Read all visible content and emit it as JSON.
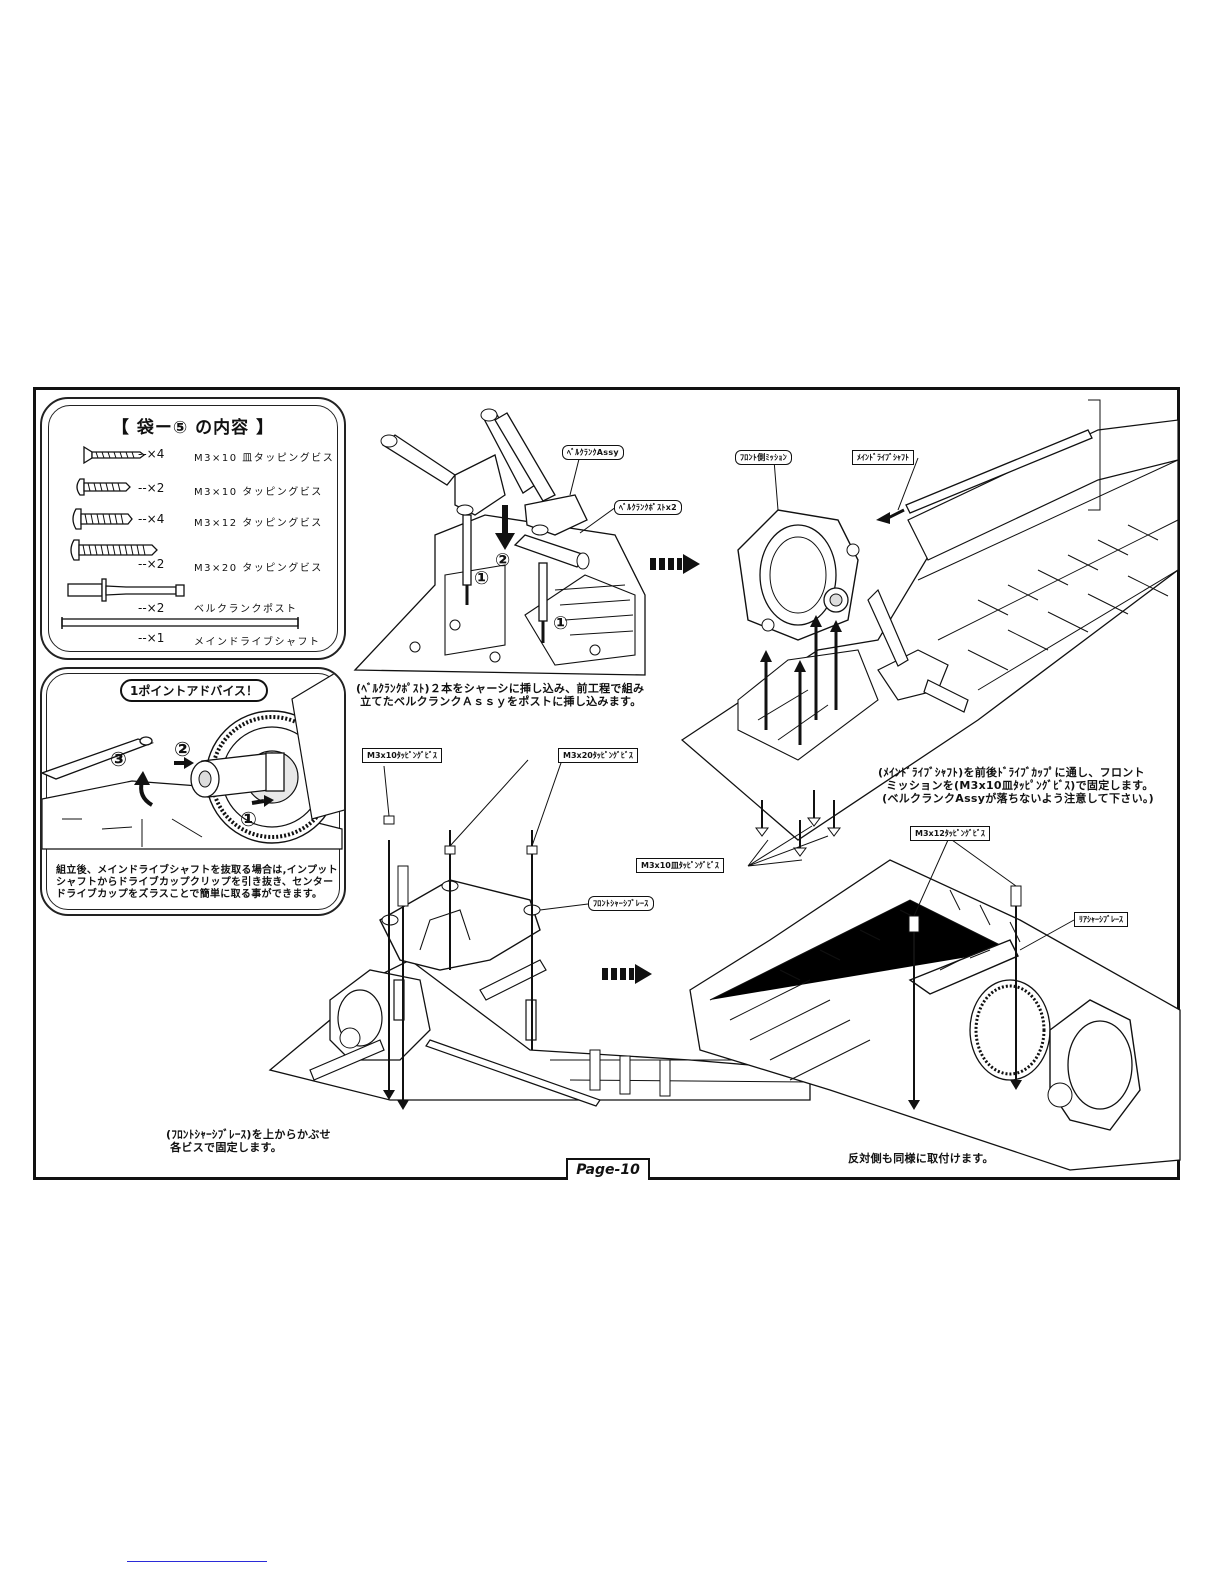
{
  "parts_box": {
    "title": "【 袋ー⑤ の内容 】",
    "items": [
      {
        "qty": "--×4",
        "name": "M3×10 皿タッピングビス",
        "icon": "flat-head-tapping-screw-icon"
      },
      {
        "qty": "--×2",
        "name": "M3×10 タッピングビス",
        "icon": "tapping-screw-icon"
      },
      {
        "qty": "--×4",
        "name": "M3×12 タッピングビス",
        "icon": "tapping-screw-icon"
      },
      {
        "qty": "--×2",
        "name": "M3×20 タッピングビス",
        "icon": "long-tapping-screw-icon"
      },
      {
        "qty": "--×2",
        "name": "ベルクランクポスト",
        "icon": "bellcrank-post-icon"
      },
      {
        "qty": "--×1",
        "name": "メインドライブシャフト",
        "icon": "drive-shaft-icon"
      }
    ]
  },
  "advice_box": {
    "title": "1ポイントアドバイス！",
    "step_marks": [
      "①",
      "②",
      "③"
    ],
    "text": "組立後、メインドライブシャフトを抜取る場合は,インプット\nシャフトからドライブカップクリップを引き抜き、センター\nドライブカップをズラスことで簡単に取る事ができます。"
  },
  "step1": {
    "label_bellcrank_assy": "ﾍﾞﾙｸﾗﾝｸAssy",
    "label_bellcrank_post": "ﾍﾞﾙｸﾗﾝｸﾎﾟｽﾄx2",
    "marks": [
      "①",
      "①",
      "②"
    ],
    "caption": "(ﾍﾞﾙｸﾗﾝｸﾎﾟｽﾄ)２本をシャーシに挿し込み、前工程で組み\n 立てたベルクランクＡｓｓｙをポストに挿し込みます。"
  },
  "step2": {
    "label_front_mission": "ﾌﾛﾝﾄ側ﾐｯｼｮﾝ",
    "label_main_drive_shaft": "ﾒｲﾝﾄﾞﾗｲﾌﾞｼｬﾌﾄ",
    "label_screws": "M3x10皿ﾀｯﾋﾟﾝｸﾞﾋﾞｽ",
    "caption": "(ﾒｲﾝﾄﾞﾗｲﾌﾞｼｬﾌﾄ)を前後ﾄﾞﾗｲﾌﾞｶｯﾌﾟに通し、フロント\n  ミッションを(M3x10皿ﾀｯﾋﾟﾝｸﾞﾋﾞｽ)で固定します。\n (ベルクランクAssyが落ちないよう注意して下さい。)"
  },
  "step3": {
    "label_m3x10": "M3x10ﾀｯﾋﾟﾝｸﾞﾋﾞｽ",
    "label_m3x20": "M3x20ﾀｯﾋﾟﾝｸﾞﾋﾞｽ",
    "label_front_brace": "ﾌﾛﾝﾄｼｬｰｼﾌﾞﾚｰｽ",
    "caption": "(ﾌﾛﾝﾄｼｬｰｼﾌﾞﾚｰｽ)を上からかぶせ\n 各ビスで固定します。"
  },
  "step4": {
    "label_m3x12": "M3x12ﾀｯﾋﾟﾝｸﾞﾋﾞｽ",
    "label_rear_brace": "ﾘｱｼｬｰｼﾌﾞﾚｰｽ",
    "caption": "反対側も同様に取付けます。"
  },
  "page_label": "Page-10"
}
